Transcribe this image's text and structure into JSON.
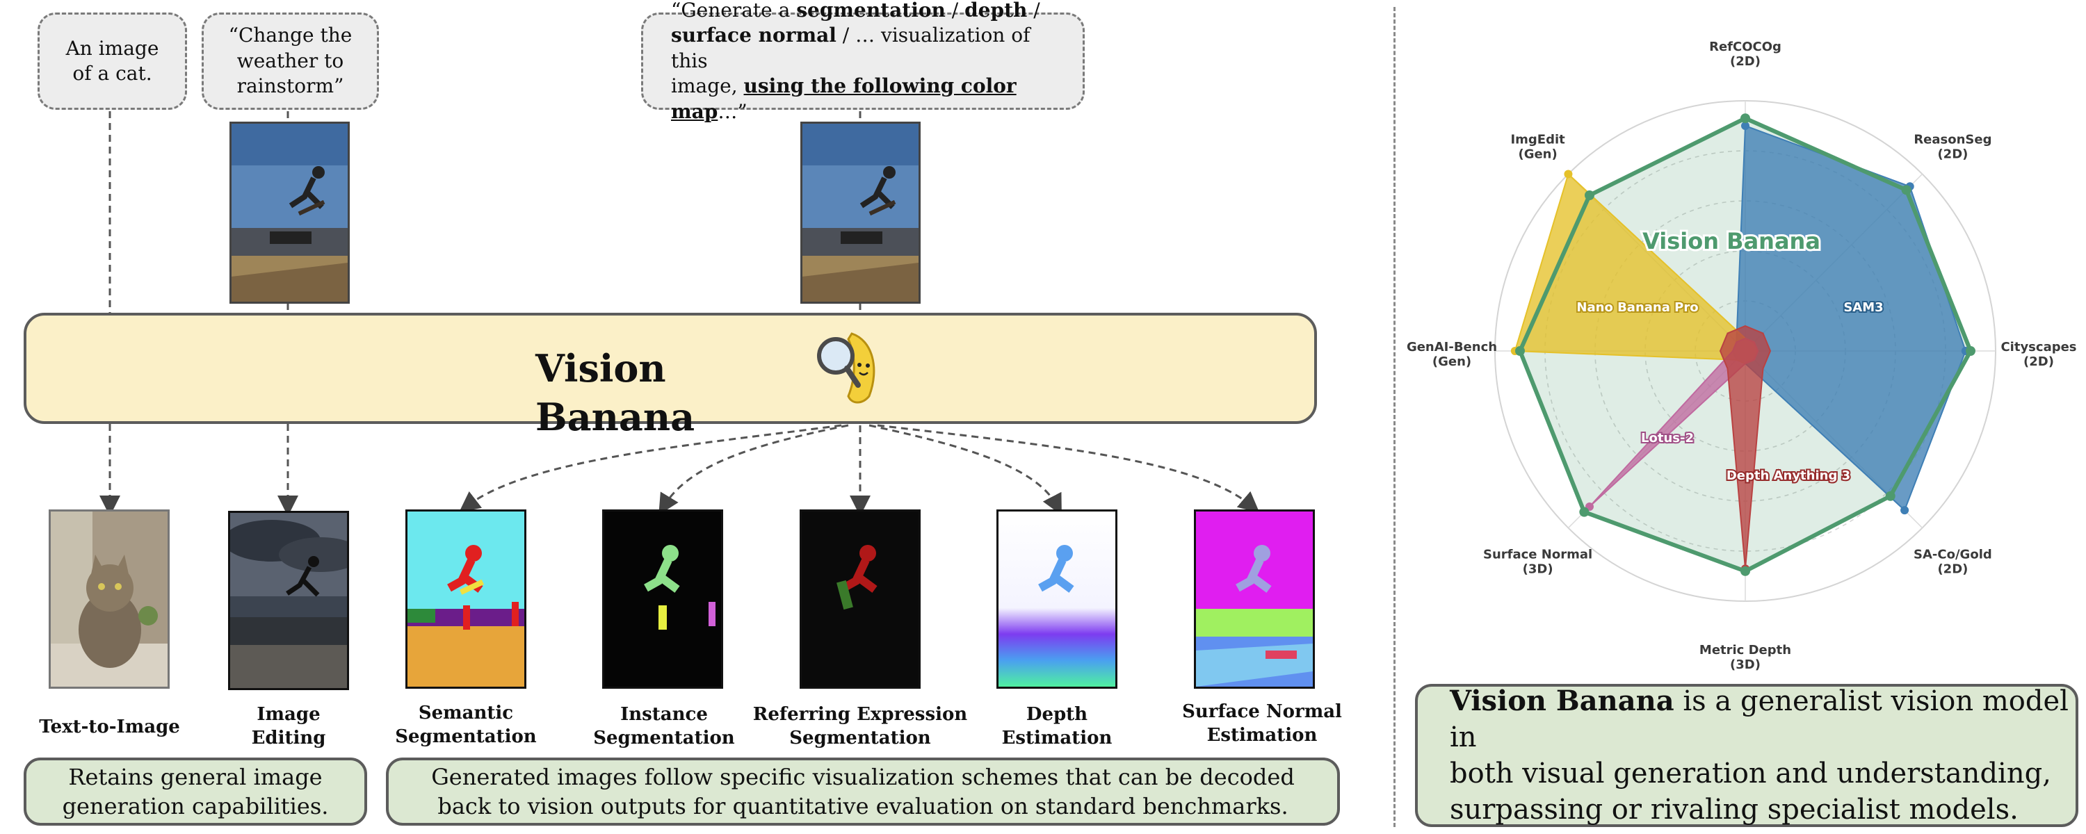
{
  "prompts": {
    "t2i": "An image of a cat.",
    "edit": "“Change the weather to rainstorm”",
    "vis_line1_a": "“Generate a ",
    "vis_line1_b": "segmentation",
    "vis_line1_c": " / ",
    "vis_line1_d": "depth",
    "vis_line1_e": " /",
    "vis_line2_a": "surface normal",
    "vis_line2_b": " / … visualization of this",
    "vis_line3_a": "image, ",
    "vis_line3_b": "using the following color map",
    "vis_line3_c": "…”"
  },
  "model": {
    "name": "Vision Banana"
  },
  "outputs": [
    {
      "line1": "Text-to-Image",
      "line2": ""
    },
    {
      "line1": "Image",
      "line2": "Editing"
    },
    {
      "line1": "Semantic",
      "line2": "Segmentation"
    },
    {
      "line1": "Instance",
      "line2": "Segmentation"
    },
    {
      "line1": "Referring Expression",
      "line2": "Segmentation"
    },
    {
      "line1": "Depth",
      "line2": "Estimation"
    },
    {
      "line1": "Surface Normal",
      "line2": "Estimation"
    }
  ],
  "captions": {
    "left_line1": "Retains general image",
    "left_line2": "generation capabilities.",
    "mid_line1": "Generated images follow specific visualization schemes that can be decoded",
    "mid_line2": "back to vision outputs for quantitative evaluation on standard benchmarks.",
    "right_bold": "Vision Banana",
    "right_line1_rest": " is a generalist vision model in",
    "right_line2": "both visual generation and understanding,",
    "right_line3": "surpassing or rivaling specialist models."
  },
  "colors": {
    "vision_banana": "#4e9a6e",
    "sam3": "#3f7fb5",
    "nano_banana_pro": "#e5c12a",
    "lotus2": "#c06aa0",
    "depth_anything3": "#b94242"
  },
  "chart_data": {
    "type": "radar",
    "axes": [
      {
        "line1": "RefCOCOg",
        "line2": "(2D)"
      },
      {
        "line1": "ReasonSeg",
        "line2": "(2D)"
      },
      {
        "line1": "Cityscapes",
        "line2": "(2D)"
      },
      {
        "line1": "SA-Co/Gold",
        "line2": "(2D)"
      },
      {
        "line1": "Metric Depth",
        "line2": "(3D)"
      },
      {
        "line1": "Surface Normal",
        "line2": "(3D)"
      },
      {
        "line1": "GenAI-Bench",
        "line2": "(Gen)"
      },
      {
        "line1": "ImgEdit",
        "line2": "(Gen)"
      }
    ],
    "rlim": [
      0,
      1
    ],
    "rings": 5,
    "series": [
      {
        "name": "Vision Banana",
        "color": "#4e9a6e",
        "values": [
          0.93,
          0.91,
          0.9,
          0.82,
          0.88,
          0.91,
          0.9,
          0.88
        ]
      },
      {
        "name": "SAM3",
        "color": "#3f7fb5",
        "values": [
          0.9,
          0.93,
          0.88,
          0.9,
          0.05,
          0.05,
          0.05,
          0.05
        ]
      },
      {
        "name": "Nano Banana Pro",
        "color": "#e5c12a",
        "values": [
          0.05,
          0.05,
          0.05,
          0.05,
          0.05,
          0.05,
          0.92,
          1.0
        ]
      },
      {
        "name": "Lotus-2",
        "color": "#c06aa0",
        "values": [
          0.05,
          0.05,
          0.05,
          0.05,
          0.05,
          0.88,
          0.05,
          0.05
        ]
      },
      {
        "name": "Depth Anything 3",
        "color": "#b94242",
        "values": [
          0.1,
          0.1,
          0.1,
          0.1,
          0.87,
          0.1,
          0.1,
          0.1
        ]
      }
    ]
  }
}
